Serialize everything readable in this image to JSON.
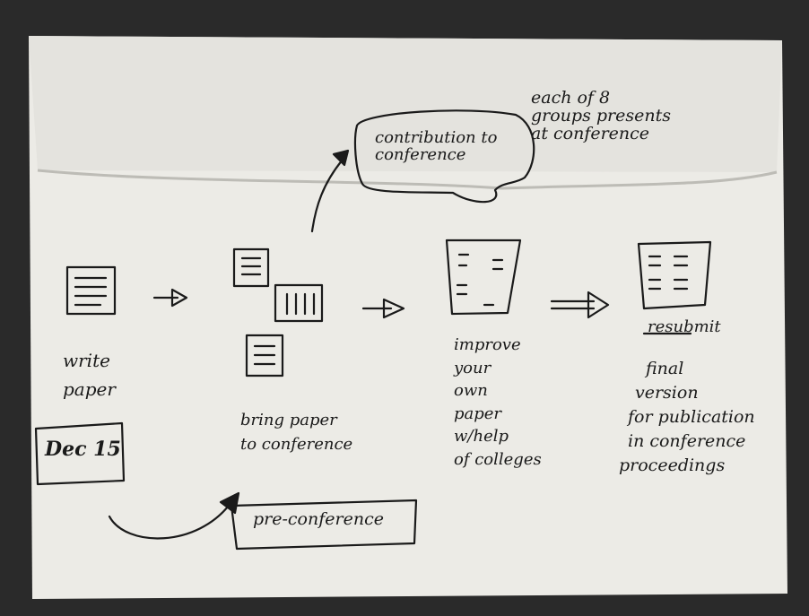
{
  "annotations": {
    "top_bubble": [
      "contribution to",
      "conference"
    ],
    "top_right": [
      "each of 8",
      "groups presents",
      "at conference"
    ],
    "step1": [
      "write",
      "paper"
    ],
    "date_box": "Dec 15",
    "step2": [
      "bring paper",
      "to conference"
    ],
    "pre_conference": "pre-conference",
    "step3": [
      "improve",
      "your",
      "own",
      "paper",
      "w/help",
      "of colleges"
    ],
    "step4_strike": "resubmit",
    "step4": [
      "final",
      "version",
      "for publication",
      "in conference",
      "proceedings"
    ]
  },
  "colors": {
    "paper": "#ecebe6",
    "ink": "#1a1a1a",
    "background": "#2b2b2b"
  }
}
